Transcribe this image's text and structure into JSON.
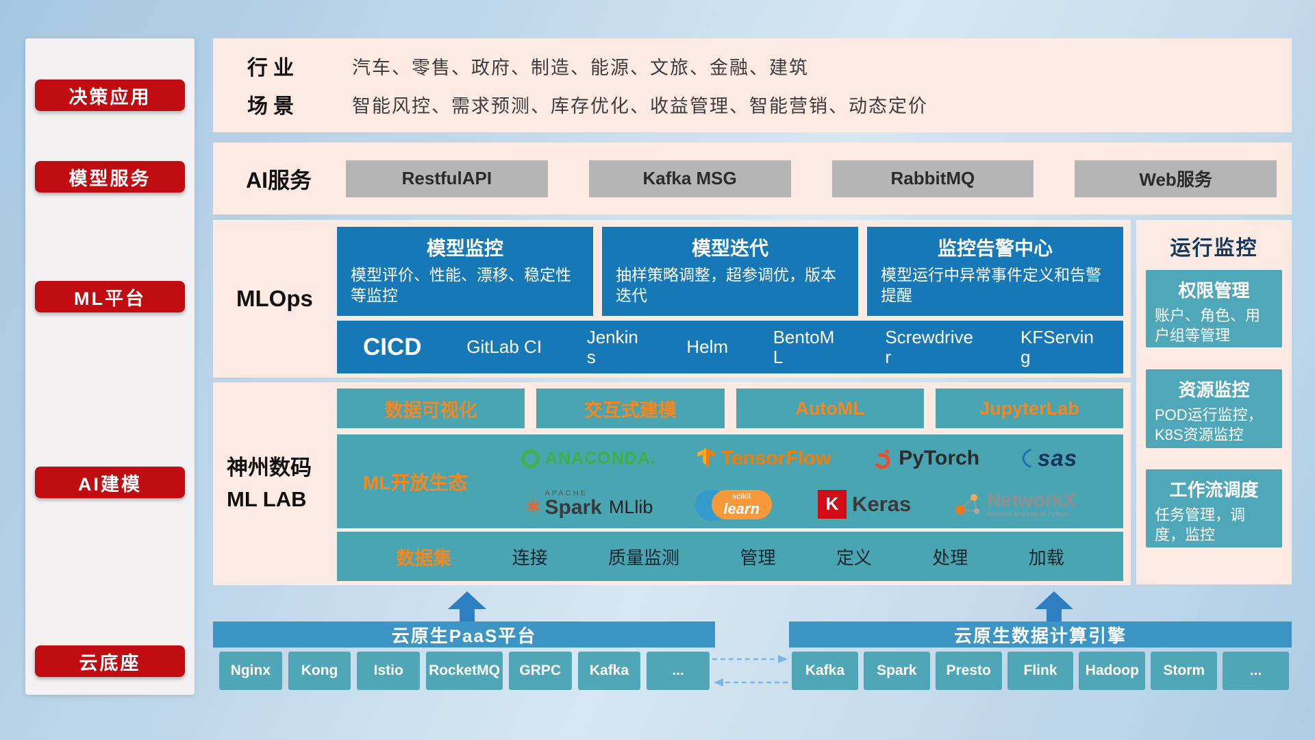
{
  "palette": {
    "red": "#c00b10",
    "pink": "#fdeae3",
    "card_blue": "#1778b8",
    "teal": "#4aa5b3",
    "orange_accent": "#f5871f",
    "bar_blue": "#3d95c5",
    "gray_button": "#b5b5b5"
  },
  "sidebar": {
    "items": [
      {
        "label": "决策应用"
      },
      {
        "label": "模型服务"
      },
      {
        "label": "ML平台"
      },
      {
        "label": "AI建模"
      },
      {
        "label": "云底座"
      }
    ]
  },
  "industry_row": {
    "industry_label": "行业",
    "industry_text": "汽车、零售、政府、制造、能源、文旅、金融、建筑",
    "scene_label": "场景",
    "scene_text": "智能风控、需求预测、库存优化、收益管理、智能营销、动态定价"
  },
  "ai_service_row": {
    "label": "AI服务",
    "buttons": [
      "RestfulAPI",
      "Kafka MSG",
      "RabbitMQ",
      "Web服务"
    ]
  },
  "mlops": {
    "label": "MLOps",
    "cards": [
      {
        "title": "模型监控",
        "desc": "模型评价、性能、漂移、稳定性等监控"
      },
      {
        "title": "模型迭代",
        "desc": "抽样策略调整，超参调优，版本迭代"
      },
      {
        "title": "监控告警中心",
        "desc": "模型运行中异常事件定义和告警提醒"
      }
    ],
    "cicd_label": "CICD",
    "cicd_tools": [
      "GitLab CI",
      "Jenkins",
      "Helm",
      "BentoML",
      "Screwdriver",
      "KFServing"
    ]
  },
  "mllab": {
    "label_line1": "神州数码",
    "label_line2": "ML LAB",
    "top_buttons": [
      "数据可视化",
      "交互式建模",
      "AutoML",
      "JupyterLab"
    ],
    "eco_label": "ML开放生态",
    "data_bar": [
      "数据集",
      "连接",
      "质量监测",
      "管理",
      "定义",
      "处理",
      "加载"
    ]
  },
  "logos": {
    "anaconda": {
      "text": "ANACONDA."
    },
    "tensorflow": {
      "text": "TensorFlow"
    },
    "pytorch": {
      "text": "PyTorch"
    },
    "sas": {
      "text": "sas"
    },
    "spark": {
      "apache": "APACHE",
      "text": "Spark",
      "mllib": "MLlib"
    },
    "sklearn": {
      "scikit": "scikit",
      "learn": "learn"
    },
    "keras": {
      "letter": "K",
      "text": "Keras"
    },
    "networkx": {
      "text": "NetworkX",
      "sub": "Network Analysis in Python"
    }
  },
  "monitor": {
    "title": "运行监控",
    "boxes": [
      {
        "title": "权限管理",
        "desc": "账户、角色、用户组等管理"
      },
      {
        "title": "资源监控",
        "desc": "POD运行监控，K8S资源监控"
      },
      {
        "title": "工作流调度",
        "desc": "任务管理，调度，监控"
      }
    ]
  },
  "bottom": {
    "paas_title": "云原生PaaS平台",
    "paas_items": [
      "Nginx",
      "Kong",
      "Istio",
      "RocketMQ",
      "GRPC",
      "Kafka",
      "..."
    ],
    "engine_title": "云原生数据计算引擎",
    "engine_items": [
      "Kafka",
      "Spark",
      "Presto",
      "Flink",
      "Hadoop",
      "Storm",
      "..."
    ]
  }
}
